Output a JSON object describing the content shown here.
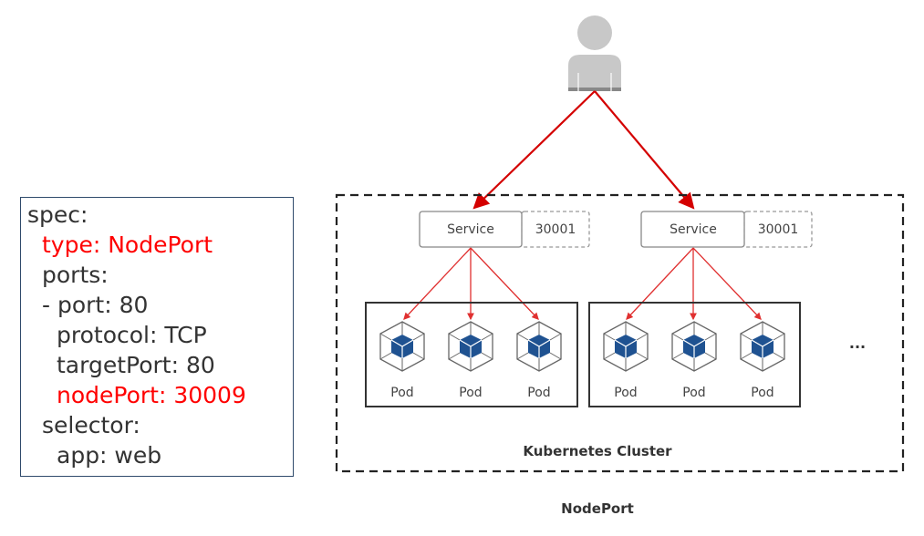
{
  "spec": {
    "lines": [
      {
        "text": "spec:",
        "highlight": false
      },
      {
        "text": "type: NodePort",
        "highlight": true
      },
      {
        "text": "ports:",
        "highlight": false
      },
      {
        "text": "- port: 80",
        "highlight": false
      },
      {
        "text": "protocol: TCP",
        "highlight": false
      },
      {
        "text": "targetPort: 80",
        "highlight": false
      },
      {
        "text": "nodePort: 30009",
        "highlight": true
      },
      {
        "text": "selector:",
        "highlight": false
      },
      {
        "text": "app: web",
        "highlight": false
      }
    ]
  },
  "diagram": {
    "services": [
      {
        "label": "Service",
        "port": "30001"
      },
      {
        "label": "Service",
        "port": "30001"
      }
    ],
    "pod_label": "Pod",
    "more": "...",
    "cluster_label": "Kubernetes Cluster",
    "caption": "NodePort"
  },
  "colors": {
    "highlight": "#ff0000",
    "arrow": "#d40000",
    "pod": "#1f5291"
  }
}
